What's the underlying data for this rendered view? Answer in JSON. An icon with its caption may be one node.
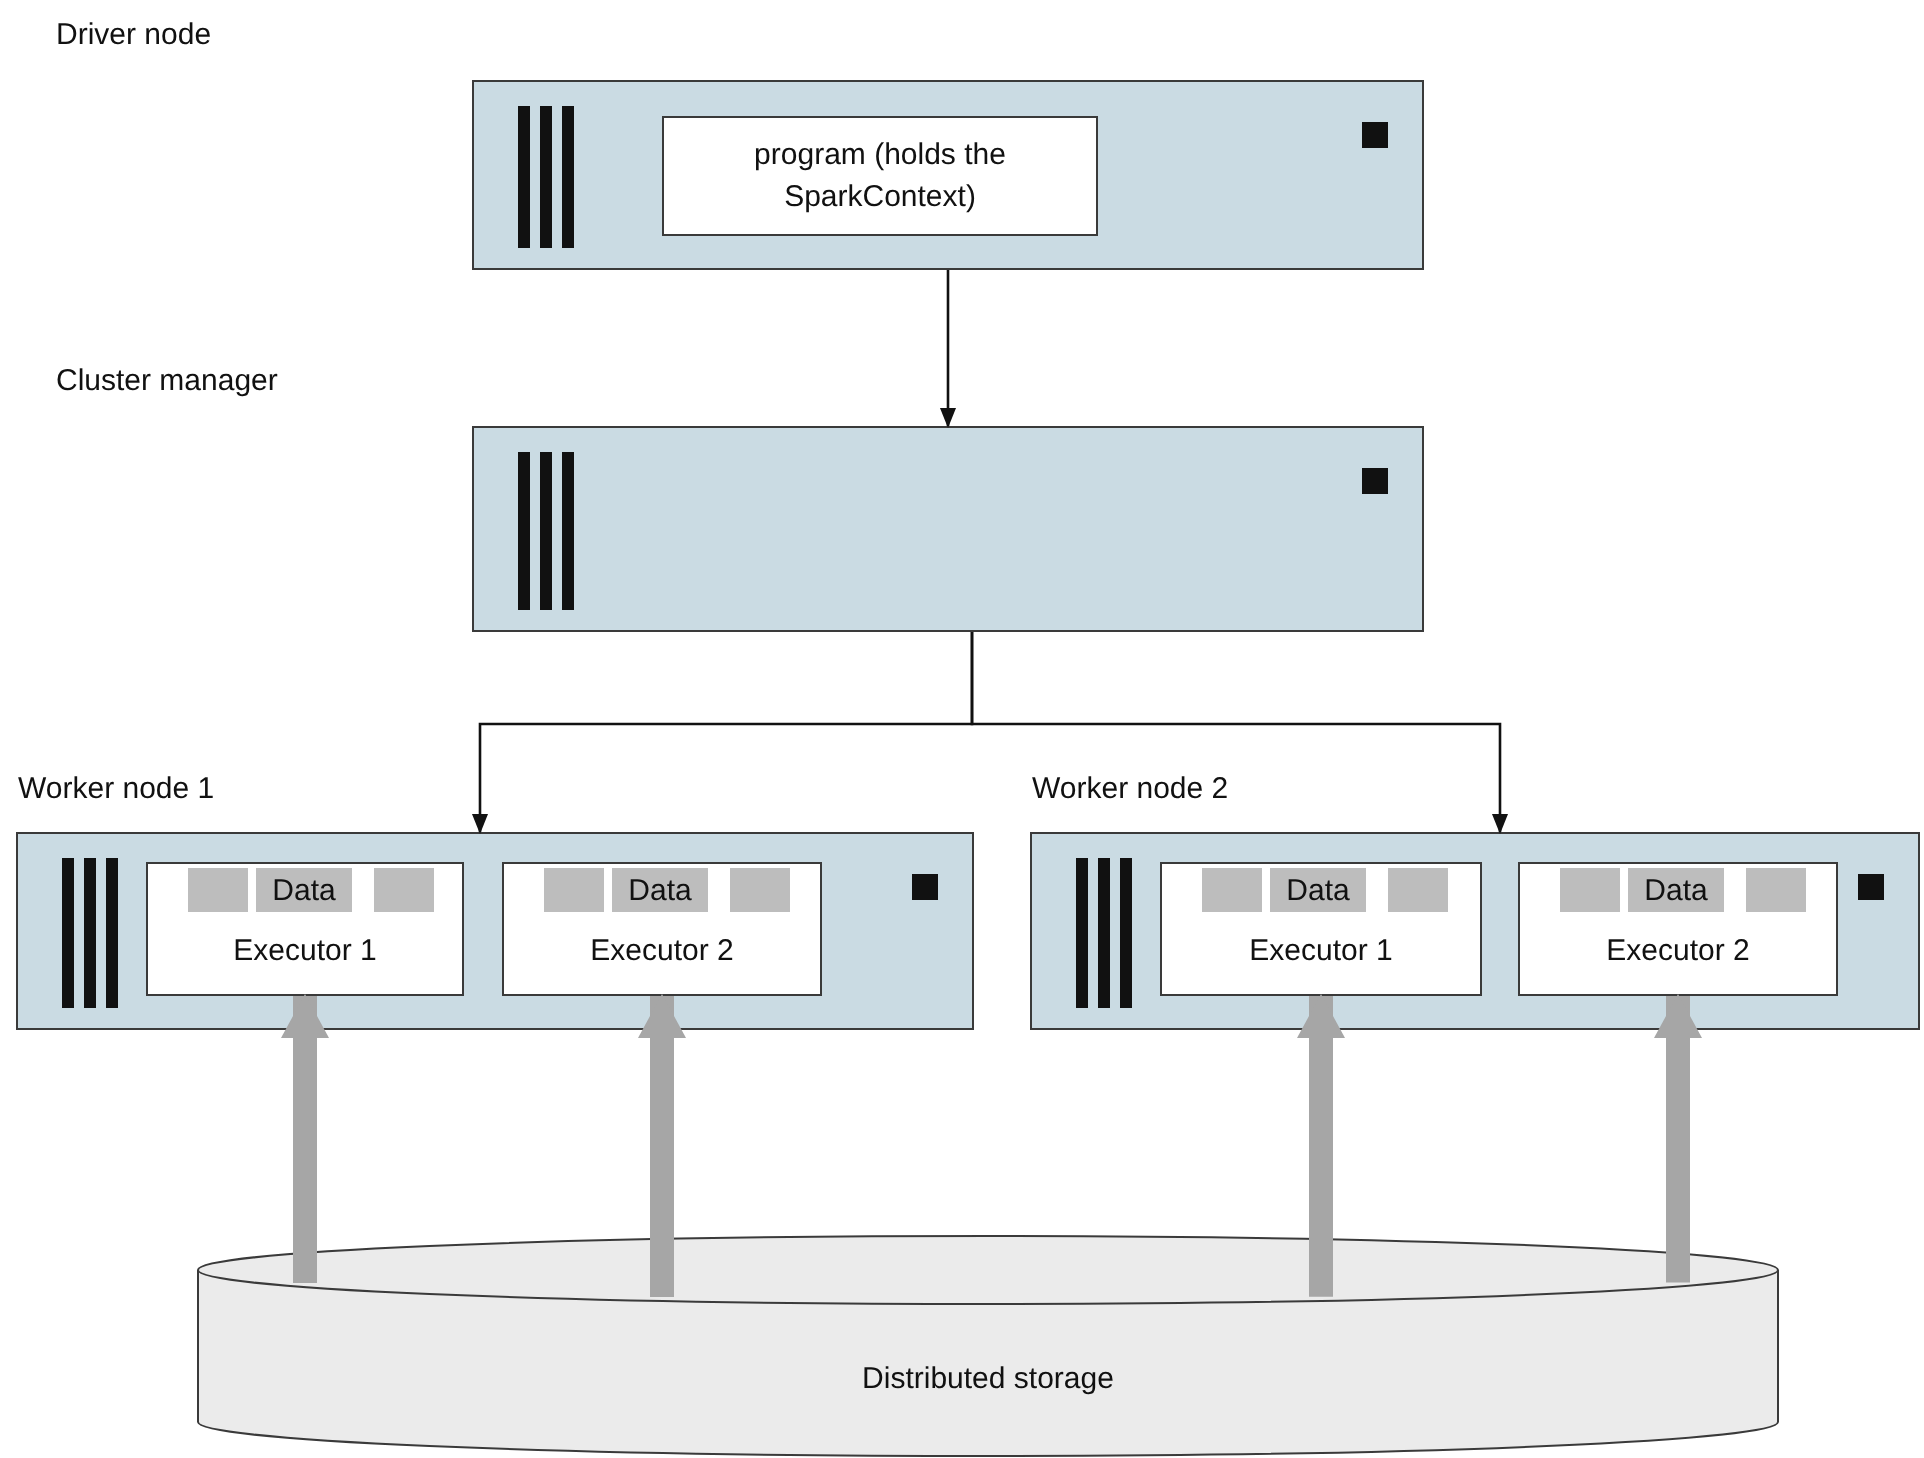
{
  "diagram": {
    "nodes": [
      {
        "text": [],
        "shape": "box"
      },
      {
        "text": [
          "program (holds the SparkContext)"
        ],
        "in": 0
      },
      {
        "text": [],
        "shape": "box"
      },
      {
        "text": [
          "Worker node 1"
        ]
      },
      {
        "text": [
          "Executor 1"
        ],
        "in": 3
      },
      {
        "text": [],
        "shape": "box",
        "in": 4
      },
      {
        "text": [
          "Data"
        ],
        "in": 4
      },
      {
        "text": [],
        "shape": "box",
        "in": 4
      },
      {
        "text": [
          "Executor 2"
        ],
        "in": 3
      },
      {
        "text": [],
        "shape": "box",
        "in": 8
      },
      {
        "text": [
          "Data"
        ],
        "in": 8
      },
      {
        "text": [],
        "shape": "box",
        "in": 8
      },
      {
        "text": [
          "Worker node 2"
        ]
      },
      {
        "text": [
          "Executor 1"
        ],
        "in": 12
      },
      {
        "text": [],
        "shape": "box",
        "in": 13
      },
      {
        "text": [
          "Data"
        ],
        "in": 13
      },
      {
        "text": [],
        "shape": "box",
        "in": 13
      },
      {
        "text": [
          "Executor 2"
        ],
        "in": 12
      },
      {
        "text": [],
        "shape": "box",
        "in": 17
      },
      {
        "text": [
          "Data"
        ],
        "in": 17
      },
      {
        "text": [],
        "shape": "box",
        "in": 17
      },
      {
        "text": [
          "Distributed storage"
        ]
      }
    ],
    "edges": [
      {
        "from": 0,
        "to": 2,
        "arrow": "to",
        "color": "#111111"
      },
      {
        "from": 2,
        "to": 3,
        "arrow": "to",
        "color": "#111111"
      },
      {
        "from": 2,
        "to": 12,
        "arrow": "to",
        "color": "#111111"
      },
      {
        "from": 21,
        "to": 4,
        "arrow": "to",
        "color": "#a6a6a6"
      },
      {
        "from": 21,
        "to": 8,
        "arrow": "to",
        "color": "#a6a6a6"
      },
      {
        "from": 21,
        "to": 13,
        "arrow": "to",
        "color": "#a6a6a6"
      },
      {
        "from": 21,
        "to": 17,
        "arrow": "to",
        "color": "#a6a6a6"
      }
    ],
    "labels": [
      "Driver node",
      "Cluster manager"
    ]
  }
}
